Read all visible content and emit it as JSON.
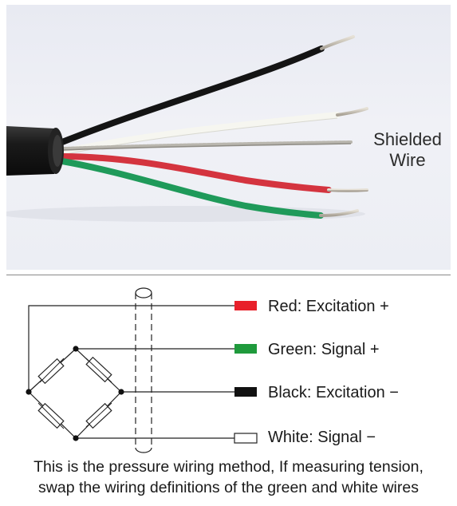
{
  "photo": {
    "shield_label": "Shielded\nWire"
  },
  "legend": [
    {
      "label": "Red: Excitation +",
      "color": "#e8202a",
      "wire": "red"
    },
    {
      "label": "Green: Signal +",
      "color": "#1f9a3c",
      "wire": "green"
    },
    {
      "label": "Black: Excitation −",
      "color": "#111111",
      "wire": "black"
    },
    {
      "label": "White: Signal −",
      "color": "#ffffff",
      "wire": "white"
    }
  ],
  "caption": {
    "line1": "This is the pressure wiring method, If measuring tension,",
    "line2": "swap the wiring definitions of the green and white wires"
  },
  "colors": {
    "cable_jacket": "#151515",
    "red_wire": "#d4343f",
    "green_wire": "#1f9a5a",
    "white_wire": "#f4f4ee",
    "black_wire": "#141414",
    "copper_tip": "#c9c3b6"
  }
}
